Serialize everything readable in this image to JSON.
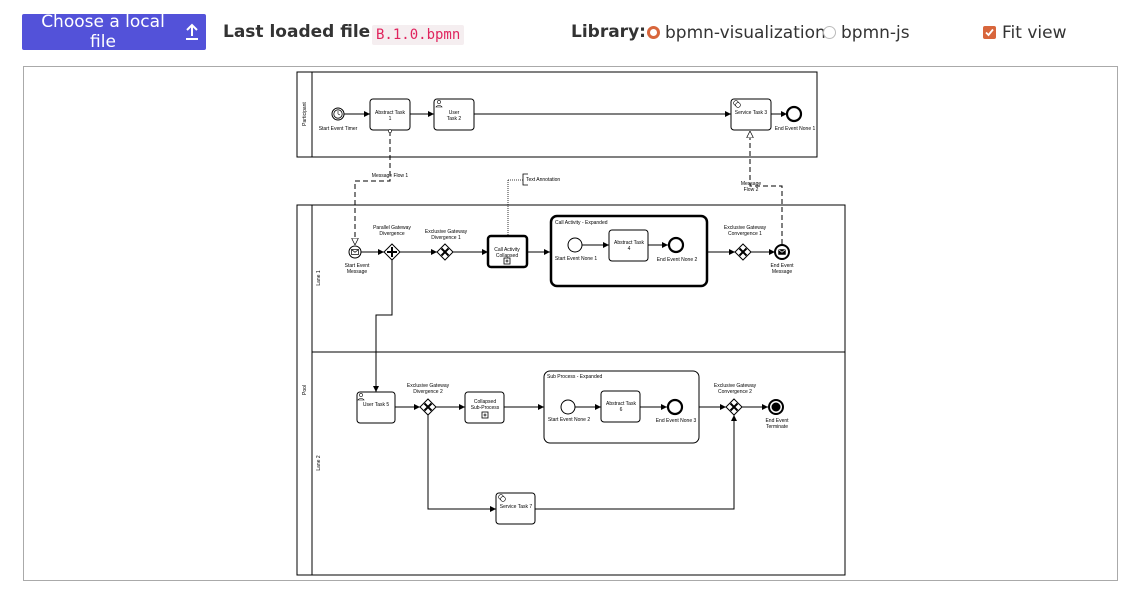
{
  "toolbar": {
    "upload_label": "Choose a local file",
    "last_loaded_label": "Last loaded file:",
    "file_name": "B.1.0.bpmn",
    "library_label": "Library:",
    "library_options": [
      "bpmn-visualization",
      "bpmn-js"
    ],
    "library_selected": "bpmn-visualization",
    "fit_view_label": "Fit view",
    "fit_view_checked": true
  },
  "colors": {
    "button": "#5352d9",
    "accent": "#d8663c",
    "badge_text": "#e0245e"
  },
  "diagram": {
    "participant_pool": {
      "label": "Participant",
      "start_event_timer": "Start Event Timer",
      "abstract_task_1": [
        "Abstract Task",
        "1"
      ],
      "user_task_2": [
        "User",
        "Task 2"
      ],
      "service_task_3": "Service Task 3",
      "end_event_none_1": "End Event None 1"
    },
    "message_flow_1": "Message Flow 1",
    "message_flow_2": [
      "Message",
      "Flow 2"
    ],
    "text_annotation": "Text Annotation",
    "pool": {
      "label": "Pool",
      "lane_1": "Lane 1",
      "lane_2": "Lane 2",
      "start_event_message": [
        "Start Event",
        "Message"
      ],
      "parallel_gateway_divergence": [
        "Parallel Gateway",
        "Divergence"
      ],
      "exclusive_gateway_divergence_1": [
        "Exclusive Gateway",
        "Divergence 1"
      ],
      "call_activity_collapsed": [
        "Call Activity",
        "Collapsed"
      ],
      "call_activity_expanded": "Call Activity - Expanded",
      "start_event_none_1": "Start Event None 1",
      "abstract_task_4": [
        "Abstract Task",
        "4"
      ],
      "end_event_none_2": "End Event None 2",
      "exclusive_gateway_convergence_1": [
        "Exclusive Gateway",
        "Convergence 1"
      ],
      "end_event_message": [
        "End Event",
        "Message"
      ],
      "user_task_5": "User Task 5",
      "exclusive_gateway_divergence_2": [
        "Exclusive Gateway",
        "Divergence 2"
      ],
      "collapsed_sub_process": [
        "Collapsed",
        "Sub-Process"
      ],
      "sub_process_expanded": "Sub Process - Expanded",
      "start_event_none_2": "Start Event None 2",
      "abstract_task_6": [
        "Abstract Task",
        "6"
      ],
      "end_event_none_3": "End Event None 3",
      "exclusive_gateway_convergence_2": [
        "Exclusive Gateway",
        "Convergence 2"
      ],
      "end_event_terminate": [
        "End Event",
        "Terminate"
      ],
      "service_task_7": "Service Task 7"
    }
  }
}
